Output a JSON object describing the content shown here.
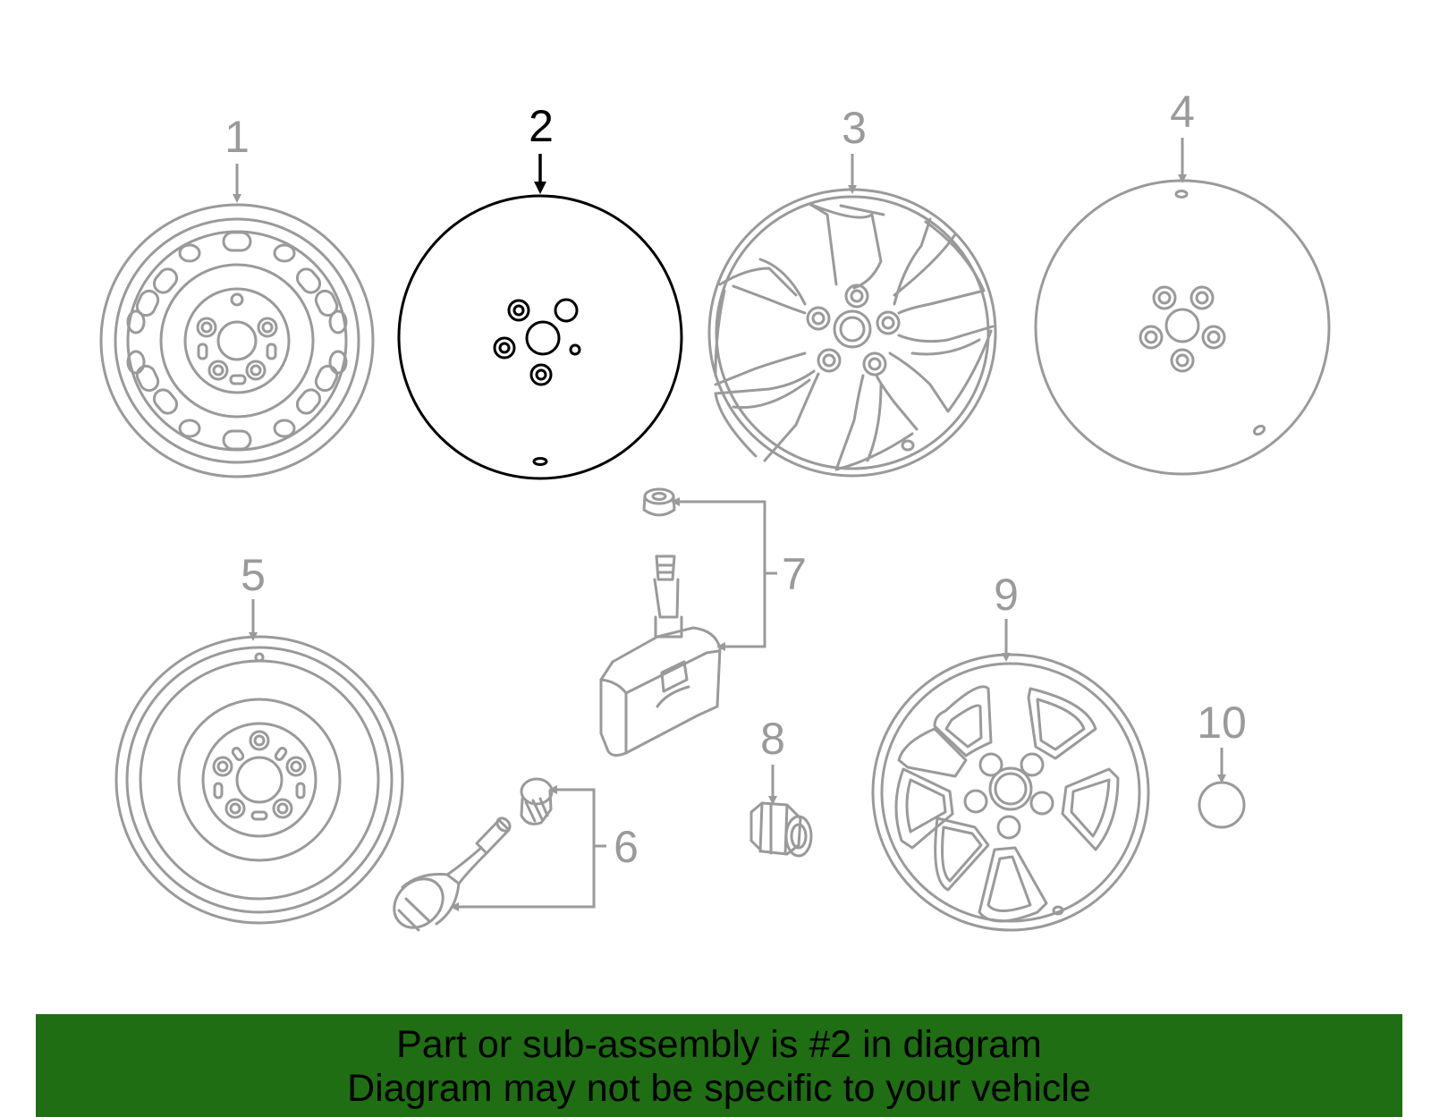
{
  "colors": {
    "part_stroke": "#9a9a9a",
    "highlight_stroke": "#000000",
    "footer_background": "#1f6e14",
    "footer_text": "#000000"
  },
  "callouts": [
    "1",
    "2",
    "3",
    "4",
    "5",
    "6",
    "7",
    "8",
    "9",
    "10"
  ],
  "highlighted_callout": "2",
  "footer": {
    "line1": "Part or sub-assembly is #2 in diagram",
    "line2": "Diagram may not be specific to your vehicle"
  }
}
